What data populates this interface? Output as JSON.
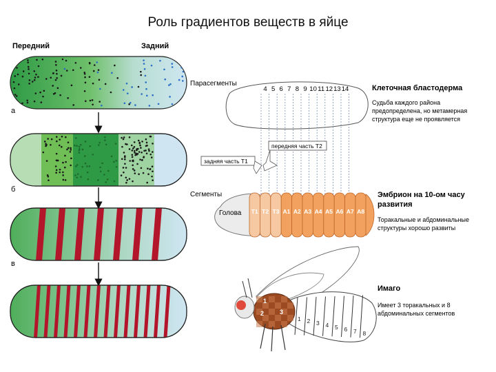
{
  "title": "Роль градиентов веществ в яйце",
  "left_panel": {
    "anterior": "Передний",
    "posterior": "Задний",
    "stages": [
      "а",
      "б",
      "в"
    ]
  },
  "right_panel": {
    "parasegments_label": "Парасегменты",
    "parasegment_numbers": [
      "4",
      "5",
      "6",
      "7",
      "8",
      "9",
      "10",
      "11",
      "12",
      "13",
      "14"
    ],
    "blastoderm": {
      "heading": "Клеточная бластодерма",
      "text": [
        "Судьба каждого района",
        "предопределена, но метамерная",
        "структура еще не проявляется"
      ]
    },
    "callout_front_t2": "передняя часть Т2",
    "callout_back_t1": "задняя часть Т1",
    "segments_label": "Сегменты",
    "head_label": "Голова",
    "segment_names": [
      "T1",
      "T2",
      "T3",
      "A1",
      "A2",
      "A3",
      "A4",
      "A5",
      "A6",
      "A7",
      "A8"
    ],
    "embryo": {
      "heading": [
        "Эмбрион на 10-ом часу",
        "развития"
      ],
      "text": [
        "Торакальные и абдоминальные",
        "структуры хорошо развиты"
      ]
    },
    "fly_thorax_labels": [
      "1",
      "2",
      "3"
    ],
    "fly_abdomen_labels": [
      "1",
      "2",
      "3",
      "4",
      "5",
      "6",
      "7",
      "8"
    ],
    "imago": {
      "heading": "Имаго",
      "text": [
        "Имеет 3 торакальных и 8",
        "абдоминальных сегментов"
      ]
    }
  },
  "colors": {
    "black_dots": "#1a1a1a",
    "blue_dots": "#2a6fc4",
    "stripe_red": "#b3162a",
    "embryo_orange": "#f2a25e",
    "fly_brown": "#9b4a22"
  }
}
